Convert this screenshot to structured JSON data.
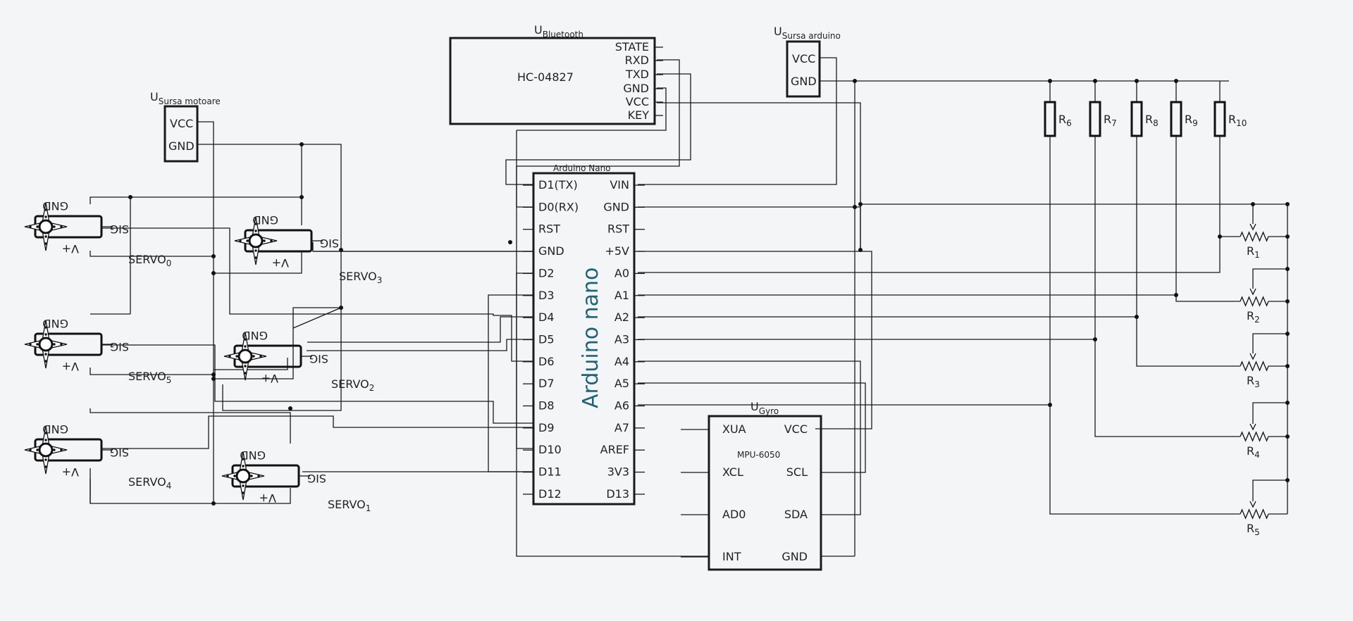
{
  "bluetooth": {
    "label_main": "U",
    "label_sub": "Bluetooth",
    "model": "HC-04827",
    "pins": [
      "STATE",
      "RXD",
      "TXD",
      "GND",
      "VCC",
      "KEY"
    ]
  },
  "power_arduino": {
    "label_main": "U",
    "label_sub": "Sursa arduino",
    "pins": [
      "VCC",
      "GND"
    ]
  },
  "power_motors": {
    "label_main": "U",
    "label_sub": "Sursa motoare",
    "pins": [
      "VCC",
      "GND"
    ]
  },
  "arduino": {
    "header": "Arduino Nano",
    "title": "Arduino nano",
    "left_pins": [
      "D1(TX)",
      "D0(RX)",
      "RST",
      "GND",
      "D2",
      "D3",
      "D4",
      "D5",
      "D6",
      "D7",
      "D8",
      "D9",
      "D10",
      "D11",
      "D12"
    ],
    "right_pins": [
      "VIN",
      "GND",
      "RST",
      "+5V",
      "A0",
      "A1",
      "A2",
      "A3",
      "A4",
      "A5",
      "A6",
      "A7",
      "AREF",
      "3V3",
      "D13"
    ]
  },
  "gyro": {
    "label_main": "U",
    "label_sub": "Gyro",
    "model": "MPU-6050",
    "left_pins": [
      "XUA",
      "XCL",
      "AD0",
      "INT"
    ],
    "right_pins": [
      "VCC",
      "SCL",
      "SDA",
      "GND"
    ]
  },
  "servo_pins": {
    "gnd": "GND",
    "sig": "SIG",
    "vplus": "V+"
  },
  "servos": [
    {
      "main": "SERVO",
      "sub": "0"
    },
    {
      "main": "SERVO",
      "sub": "3"
    },
    {
      "main": "SERVO",
      "sub": "5"
    },
    {
      "main": "SERVO",
      "sub": "2"
    },
    {
      "main": "SERVO",
      "sub": "4"
    },
    {
      "main": "SERVO",
      "sub": "1"
    }
  ],
  "resistors": [
    {
      "main": "R",
      "sub": "6"
    },
    {
      "main": "R",
      "sub": "7"
    },
    {
      "main": "R",
      "sub": "8"
    },
    {
      "main": "R",
      "sub": "9"
    },
    {
      "main": "R",
      "sub": "10"
    }
  ],
  "potentiometers": [
    {
      "main": "R",
      "sub": "1"
    },
    {
      "main": "R",
      "sub": "2"
    },
    {
      "main": "R",
      "sub": "3"
    },
    {
      "main": "R",
      "sub": "4"
    },
    {
      "main": "R",
      "sub": "5"
    }
  ]
}
